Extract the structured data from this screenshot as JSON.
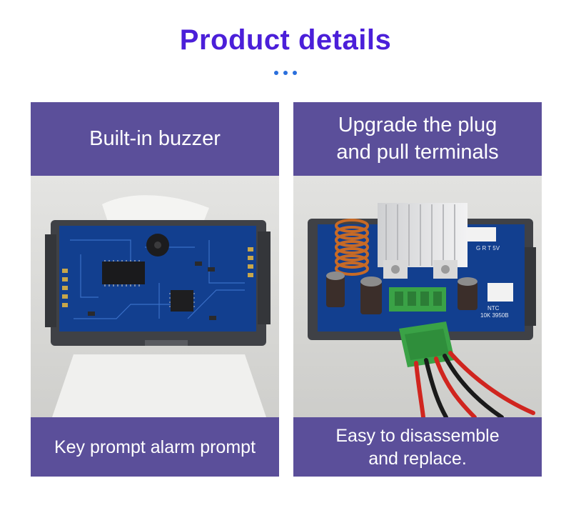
{
  "header": {
    "title": "Product details",
    "title_color": "#4b1fd9",
    "dot_color": "#2a6fdc"
  },
  "colors": {
    "band": "#5b4f9a",
    "pcb_blue": "#123f8f",
    "case_gray": "#4a4c52",
    "terminal_green": "#3aa246",
    "coil_copper": "#c76a26"
  },
  "cards": [
    {
      "top_caption": "Built-in buzzer",
      "bottom_caption": "Key prompt alarm prompt",
      "image_icon": "pcb-buzzer-photo"
    },
    {
      "top_caption_line1": "Upgrade the plug",
      "top_caption_line2": "and pull terminals",
      "bottom_caption_line1": "Easy to disassemble",
      "bottom_caption_line2": "and replace.",
      "image_icon": "terminal-plug-photo",
      "board_label_1": "G R T 5V",
      "board_label_2": "NTC",
      "board_label_3": "10K 3950B"
    }
  ]
}
